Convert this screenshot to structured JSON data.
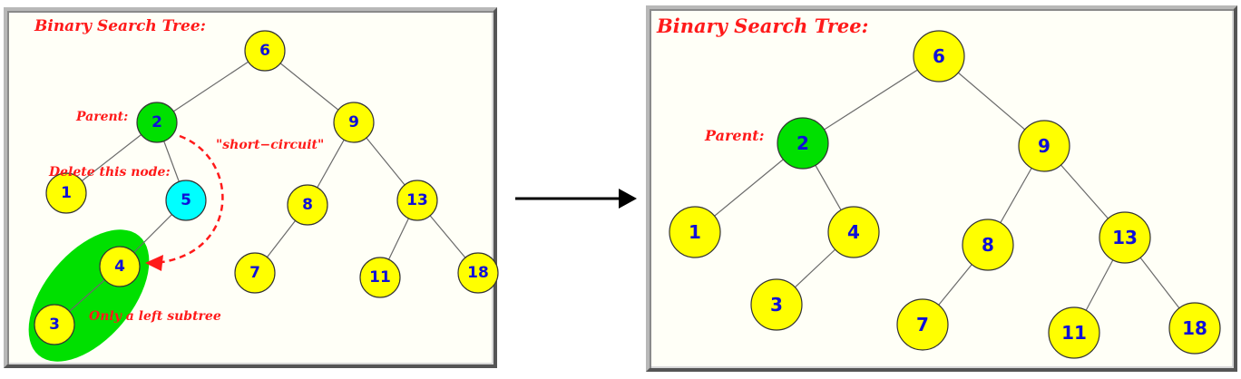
{
  "colors": {
    "node_default": "#ffff00",
    "node_parent": "#00e000",
    "node_deleted": "#00ffff",
    "highlight": "#00e000",
    "label": "#ff1a1a",
    "node_text": "#1010d8"
  },
  "before": {
    "title": "Binary Search Tree:",
    "parent_label": "Parent:",
    "delete_label": "Delete this node:",
    "shortcircuit_label": "\"short−circuit\"",
    "subtree_label": "Only a left subtree",
    "nodes": [
      {
        "value": "6",
        "role": "default"
      },
      {
        "value": "2",
        "role": "parent"
      },
      {
        "value": "9",
        "role": "default"
      },
      {
        "value": "1",
        "role": "default"
      },
      {
        "value": "5",
        "role": "deleted"
      },
      {
        "value": "8",
        "role": "default"
      },
      {
        "value": "13",
        "role": "default"
      },
      {
        "value": "4",
        "role": "default"
      },
      {
        "value": "7",
        "role": "default"
      },
      {
        "value": "11",
        "role": "default"
      },
      {
        "value": "18",
        "role": "default"
      },
      {
        "value": "3",
        "role": "default"
      }
    ],
    "edges": [
      [
        "6",
        "2"
      ],
      [
        "6",
        "9"
      ],
      [
        "2",
        "1"
      ],
      [
        "2",
        "5"
      ],
      [
        "5",
        "4"
      ],
      [
        "4",
        "3"
      ],
      [
        "9",
        "8"
      ],
      [
        "9",
        "13"
      ],
      [
        "8",
        "7"
      ],
      [
        "13",
        "11"
      ],
      [
        "13",
        "18"
      ]
    ]
  },
  "arrow_icon": "right-arrow-icon",
  "after": {
    "title": "Binary Search Tree:",
    "parent_label": "Parent:",
    "nodes": [
      {
        "value": "6",
        "role": "default"
      },
      {
        "value": "2",
        "role": "parent"
      },
      {
        "value": "9",
        "role": "default"
      },
      {
        "value": "1",
        "role": "default"
      },
      {
        "value": "4",
        "role": "default"
      },
      {
        "value": "3",
        "role": "default"
      },
      {
        "value": "8",
        "role": "default"
      },
      {
        "value": "13",
        "role": "default"
      },
      {
        "value": "7",
        "role": "default"
      },
      {
        "value": "11",
        "role": "default"
      },
      {
        "value": "18",
        "role": "default"
      }
    ],
    "edges": [
      [
        "6",
        "2"
      ],
      [
        "6",
        "9"
      ],
      [
        "2",
        "1"
      ],
      [
        "2",
        "4"
      ],
      [
        "4",
        "3"
      ],
      [
        "9",
        "8"
      ],
      [
        "9",
        "13"
      ],
      [
        "8",
        "7"
      ],
      [
        "13",
        "11"
      ],
      [
        "13",
        "18"
      ]
    ]
  }
}
